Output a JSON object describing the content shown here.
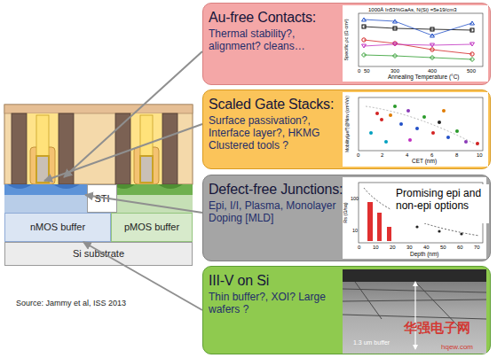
{
  "diagram": {
    "nodes": [
      {
        "text": [
          "Au-free Contacts:",
          "Thermal stability?, alignment? cleans…"
        ]
      },
      {
        "text": [
          "Scaled Gate Stacks:",
          "Surface passivation?, Interface layer?, HKMG Clustered tools ?"
        ]
      },
      {
        "text": [
          "Defect-free Junctions:",
          "Epi, I/I, Plasma, Monolayer Doping [MLD]"
        ]
      },
      {
        "text": [
          "Promising epi and non-epi options"
        ],
        "in": 2
      },
      {
        "text": [
          "III-V on Si",
          "Thin buffer?, XOI? Large wafers ?"
        ]
      },
      {
        "text": [
          "STI"
        ]
      },
      {
        "text": [
          "nMOS buffer"
        ]
      },
      {
        "text": [
          "pMOS buffer"
        ]
      },
      {
        "text": [
          "Si substrate"
        ]
      }
    ],
    "edges": [
      {
        "from": 4,
        "to": 6,
        "arrow": "to"
      }
    ],
    "labels": [
      "Source: Jammy et al, ISS 2013",
      "1000Å In53%GaAs, N(Si) =5e19/cm3",
      "Specific ρc (Ω·cm²)",
      "0",
      "50",
      "300",
      "400",
      "500",
      "Annealing Temperature (°C)",
      "Mobility(μeff)@Ninv (cm²/Vs)",
      "0",
      "2",
      "4",
      "6",
      "8",
      "10",
      "CET (nm)",
      "Rs (Ω/sq)",
      "100",
      "10",
      "0",
      "10",
      "20",
      "30",
      "40",
      "50",
      "60",
      "70",
      "Depth (nm)",
      "1.3 um buffer",
      "华强电子网",
      "hqew.com"
    ]
  }
}
